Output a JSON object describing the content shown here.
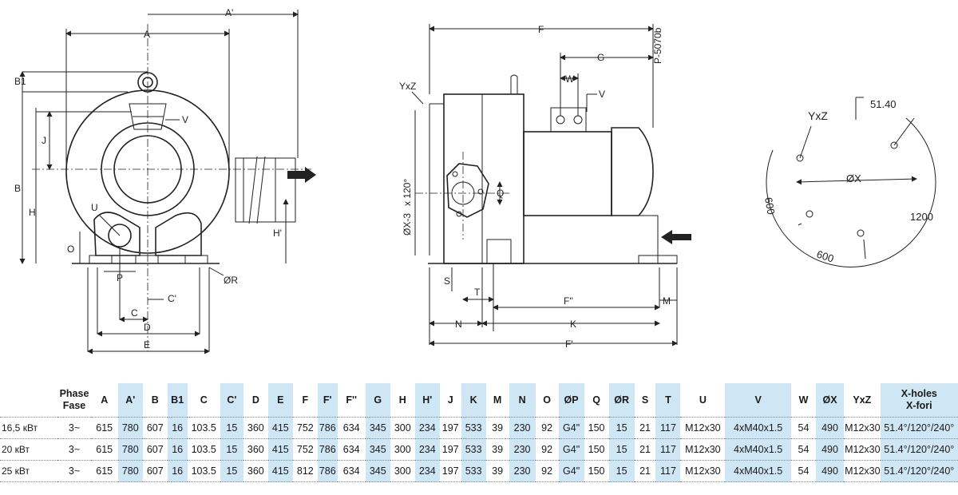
{
  "colors": {
    "highlight": "#cfe6f5",
    "line": "#222222"
  },
  "drawing_labels": {
    "front": [
      "A'",
      "A",
      "B1",
      "B",
      "J",
      "H",
      "O",
      "V",
      "U",
      "P",
      "C'",
      "C",
      "D",
      "E",
      "ØR",
      "H'"
    ],
    "side": [
      "F",
      "G",
      "W",
      "V",
      "YxZ",
      "ØX-3",
      "x 120°",
      "Q",
      "S",
      "T",
      "F''",
      "M",
      "N",
      "K",
      "F'",
      "P-5070b"
    ],
    "flange": [
      "YxZ",
      "51.40",
      "ØX",
      "600",
      "1200",
      "600"
    ]
  },
  "table": {
    "headers": [
      {
        "label": "Phase\nFase",
        "hl": false
      },
      {
        "label": "A",
        "hl": false
      },
      {
        "label": "A'",
        "hl": true
      },
      {
        "label": "B",
        "hl": false
      },
      {
        "label": "B1",
        "hl": true
      },
      {
        "label": "C",
        "hl": false
      },
      {
        "label": "C'",
        "hl": true
      },
      {
        "label": "D",
        "hl": false
      },
      {
        "label": "E",
        "hl": true
      },
      {
        "label": "F",
        "hl": false
      },
      {
        "label": "F'",
        "hl": true
      },
      {
        "label": "F''",
        "hl": false
      },
      {
        "label": "G",
        "hl": true
      },
      {
        "label": "H",
        "hl": false
      },
      {
        "label": "H'",
        "hl": true
      },
      {
        "label": "J",
        "hl": false
      },
      {
        "label": "K",
        "hl": true
      },
      {
        "label": "M",
        "hl": false
      },
      {
        "label": "N",
        "hl": true
      },
      {
        "label": "O",
        "hl": false
      },
      {
        "label": "ØP",
        "hl": true
      },
      {
        "label": "Q",
        "hl": false
      },
      {
        "label": "ØR",
        "hl": true
      },
      {
        "label": "S",
        "hl": false
      },
      {
        "label": "T",
        "hl": true
      },
      {
        "label": "U",
        "hl": false
      },
      {
        "label": "V",
        "hl": true
      },
      {
        "label": "W",
        "hl": false
      },
      {
        "label": "ØX",
        "hl": true
      },
      {
        "label": "YxZ",
        "hl": false
      },
      {
        "label": "X-holes\nX-fori",
        "hl": true
      }
    ],
    "rows": [
      {
        "label": "16,5 кВт",
        "cells": [
          "3~",
          "615",
          "780",
          "607",
          "16",
          "103.5",
          "15",
          "360",
          "415",
          "752",
          "786",
          "634",
          "345",
          "300",
          "234",
          "197",
          "533",
          "39",
          "230",
          "92",
          "G4\"",
          "150",
          "15",
          "21",
          "117",
          "M12x30",
          "4xM40x1.5",
          "54",
          "490",
          "M12x30",
          "51.4°/120°/240°"
        ]
      },
      {
        "label": "20 кВт",
        "cells": [
          "3~",
          "615",
          "780",
          "607",
          "16",
          "103.5",
          "15",
          "360",
          "415",
          "752",
          "786",
          "634",
          "345",
          "300",
          "234",
          "197",
          "533",
          "39",
          "230",
          "92",
          "G4\"",
          "150",
          "15",
          "21",
          "117",
          "M12x30",
          "4xM40x1.5",
          "54",
          "490",
          "M12x30",
          "51.4°/120°/240°"
        ]
      },
      {
        "label": "25 кВт",
        "cells": [
          "3~",
          "615",
          "780",
          "607",
          "16",
          "103.5",
          "15",
          "360",
          "415",
          "812",
          "786",
          "634",
          "345",
          "300",
          "234",
          "197",
          "533",
          "39",
          "230",
          "92",
          "G4\"",
          "150",
          "15",
          "21",
          "117",
          "M12x30",
          "4xM40x1.5",
          "54",
          "490",
          "M12x30",
          "51.4°/120°/240°"
        ]
      }
    ]
  }
}
